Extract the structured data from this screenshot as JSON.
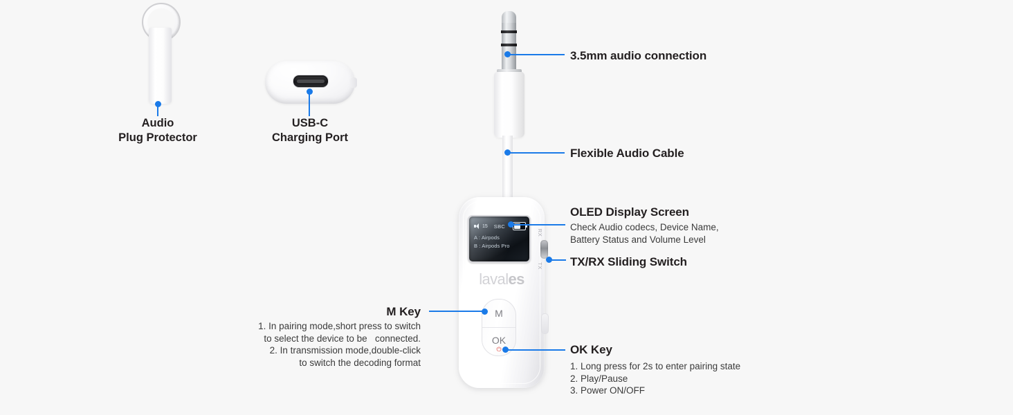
{
  "theme": {
    "background": "#f7f7f7",
    "accent": "#1a7ae8",
    "title_color": "#231f20",
    "body_color": "#3a3a3a",
    "power_icon_color": "#e2453c"
  },
  "parts": {
    "plug_protector": {
      "label": "Audio\nPlug Protector"
    },
    "usbc_port": {
      "label": "USB-C\nCharging Port"
    }
  },
  "callouts": {
    "audio_connection": {
      "title": "3.5mm audio connection"
    },
    "flexible_cable": {
      "title": "Flexible Audio Cable"
    },
    "oled_screen": {
      "title": "OLED Display Screen",
      "body": "Check Audio codecs, Device Name,\nBattery Status and Volume Level"
    },
    "txrx_switch": {
      "title": "TX/RX Sliding Switch"
    },
    "m_key": {
      "title": "M Key",
      "body": "1. In pairing mode,short press to switch\nto select the device to be   connected.\n2. In transmission mode,double-click\nto switch the decoding format"
    },
    "ok_key": {
      "title": "OK Key",
      "body": "1. Long press for 2s to enter pairing state\n2. Play/Pause\n3. Power ON/OFF"
    }
  },
  "device": {
    "brand": "lavales",
    "brand_prefix": "laval",
    "brand_suffix": "es",
    "oled": {
      "volume": "15",
      "codec": "SBC",
      "device_a": "A : Airpods",
      "device_b": "B : Airpods Pro"
    },
    "buttons": {
      "m": "M",
      "ok": "OK",
      "power_glyph": "⏻"
    },
    "switch": {
      "top_label": "RX",
      "bottom_label": "TX"
    }
  }
}
